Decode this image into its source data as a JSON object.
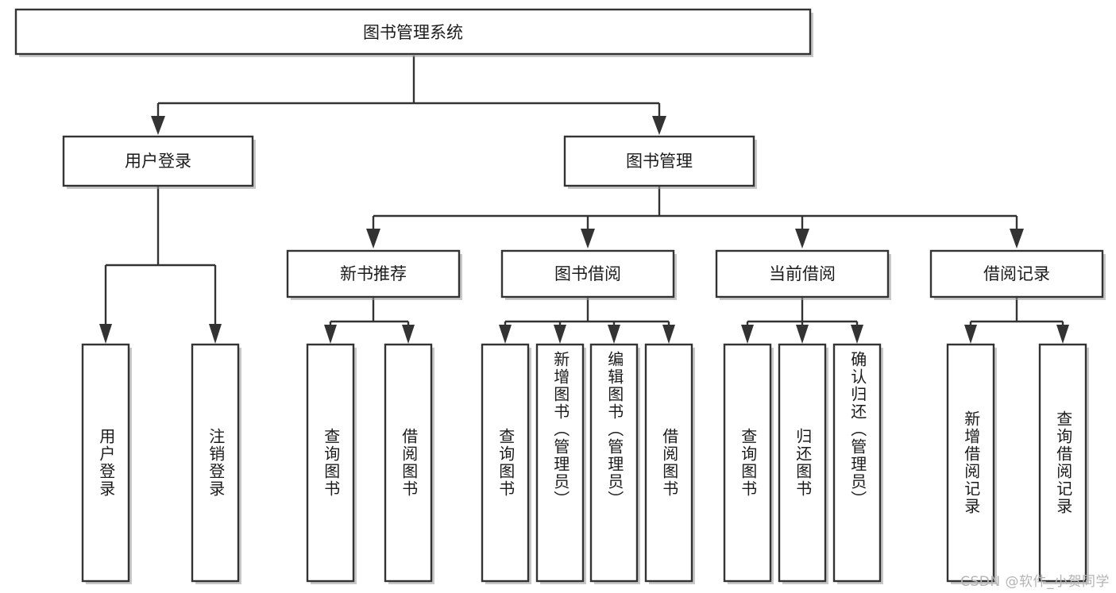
{
  "diagram": {
    "title": "图书管理系统",
    "type": "tree-hierarchy",
    "orientation": "top-down",
    "watermark": "CSDN @软件_小贺同学",
    "root": {
      "label": "图书管理系统"
    },
    "level2": [
      {
        "label": "用户登录"
      },
      {
        "label": "图书管理"
      }
    ],
    "level3": [
      {
        "label": "新书推荐"
      },
      {
        "label": "图书借阅"
      },
      {
        "label": "当前借阅"
      },
      {
        "label": "借阅记录"
      }
    ],
    "leaves": {
      "user_login": [
        "用户登录",
        "注销登录"
      ],
      "new_book_recommend": [
        "查询图书",
        "借阅图书"
      ],
      "book_borrow": [
        "查询图书",
        "新增图书（管理员）",
        "编辑图书（管理员）",
        "借阅图书"
      ],
      "current_borrow": [
        "查询图书",
        "归还图书",
        "确认归还（管理员）"
      ],
      "borrow_record": [
        "新增借阅记录",
        "查询借阅记录"
      ]
    },
    "colors": {
      "stroke": "#333333",
      "fill": "#ffffff",
      "text": "#1b1b1b",
      "watermark": "#b4b4b4"
    }
  }
}
